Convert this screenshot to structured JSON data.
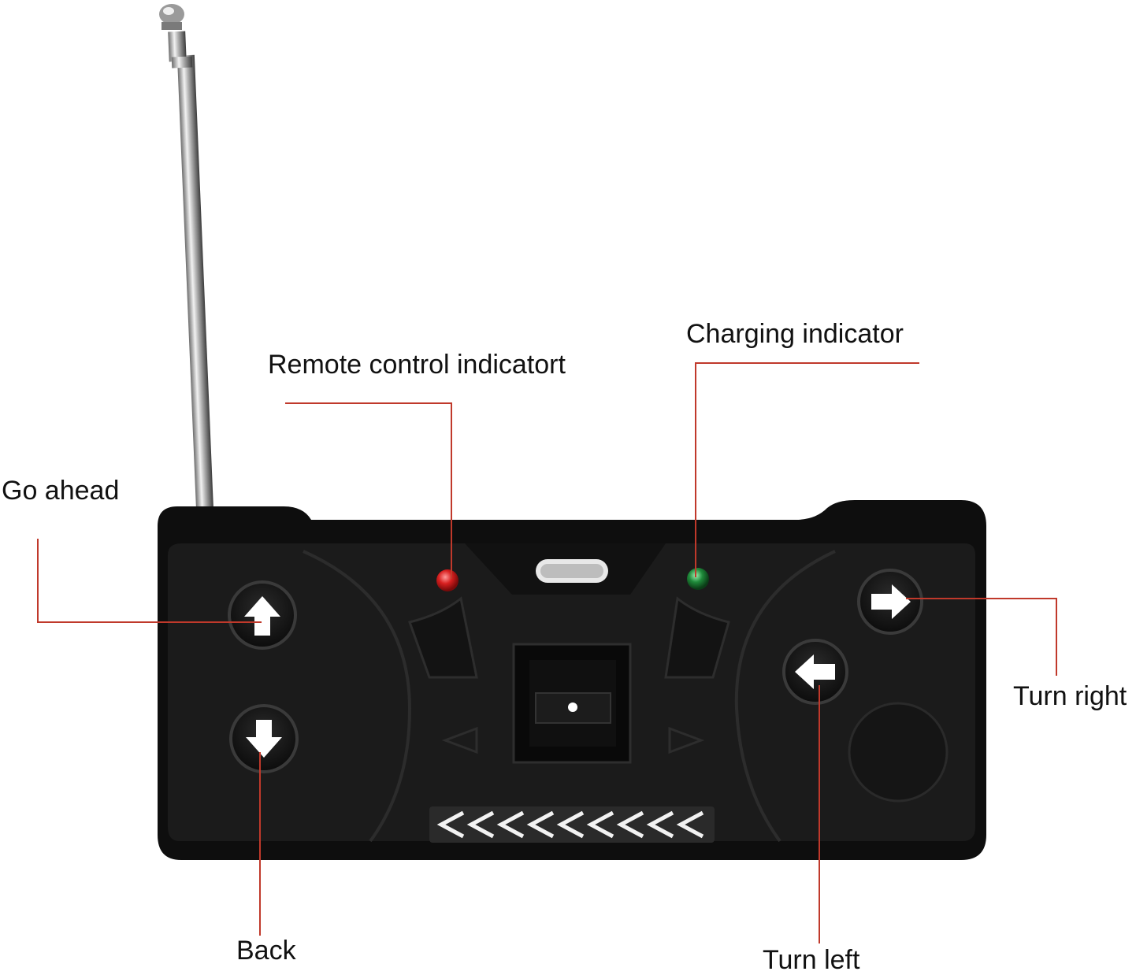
{
  "labels": {
    "go_ahead": "Go ahead",
    "back": "Back",
    "remote_indicator": "Remote control indicatort",
    "charging_indicator": "Charging indicator",
    "turn_right": "Turn right",
    "turn_left": "Turn left"
  },
  "colors": {
    "background": "#ffffff",
    "callout_line": "#c0392b",
    "body": "#141414",
    "remote_led": "#d81f1f",
    "charging_led": "#1f8a3a",
    "arrow_fill": "#ffffff"
  },
  "icons": {
    "go_ahead_button": "arrow-up-icon",
    "back_button": "arrow-down-icon",
    "turn_right_button": "arrow-right-icon",
    "turn_left_button": "arrow-left-icon"
  }
}
